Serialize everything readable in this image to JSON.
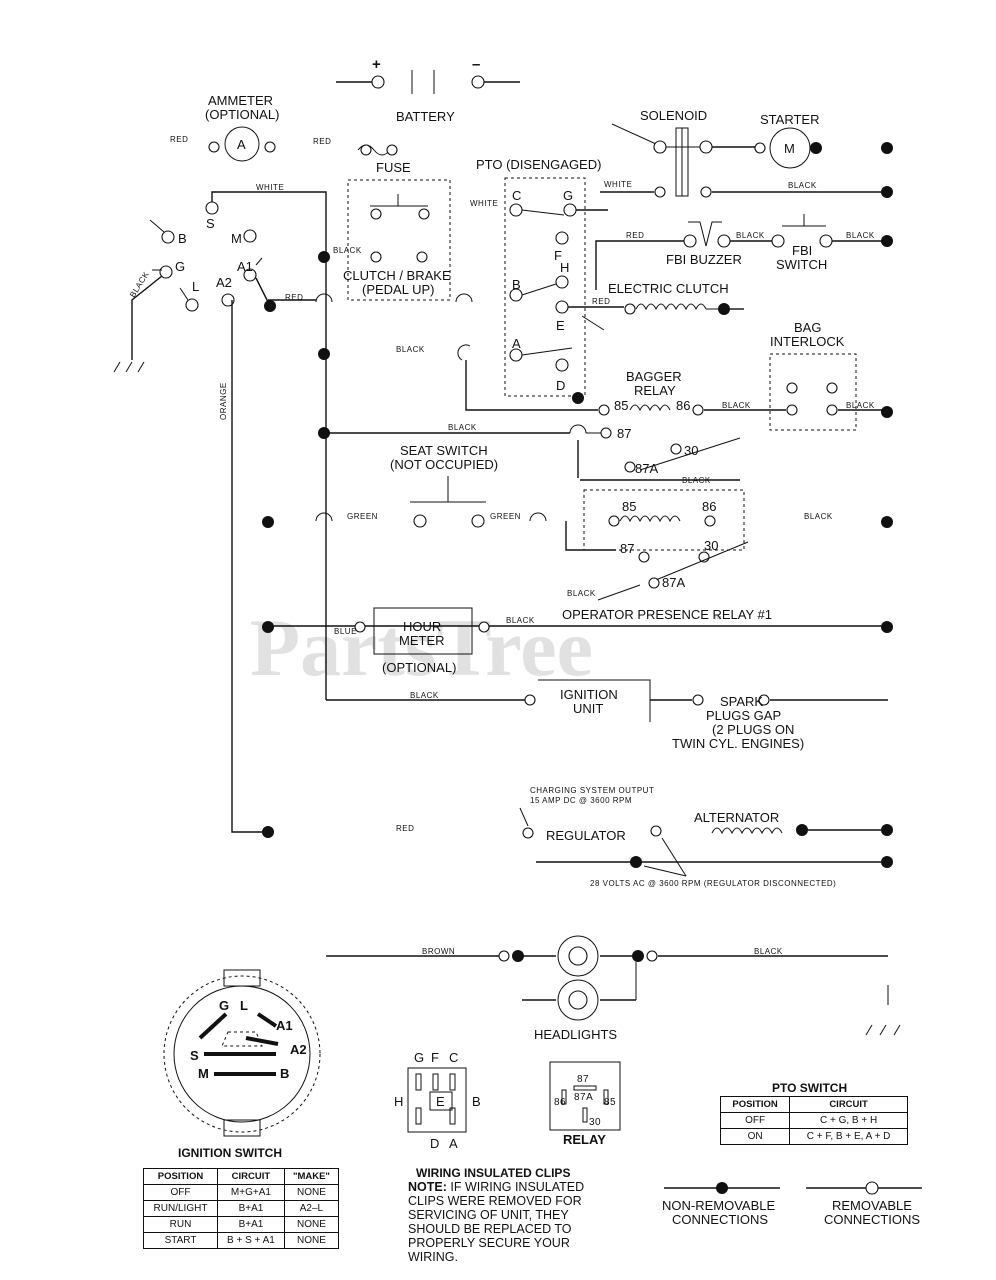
{
  "watermark": "PartsTree",
  "watermark_tm": "™",
  "labels": {
    "battery": "BATTERY",
    "plus": "+",
    "minus": "–",
    "ammeter": "AMMETER",
    "optional": "(OPTIONAL)",
    "ammeter_a": "A",
    "solenoid": "SOLENOID",
    "starter": "STARTER",
    "starter_m": "M",
    "fuse": "FUSE",
    "pto_disengaged": "PTO (DISENGAGED)",
    "clutch_brake": "CLUTCH / BRAKE",
    "pedal_up": "(PEDAL UP)",
    "fbi_buzzer": "FBI BUZZER",
    "fbi_switch_1": "FBI",
    "fbi_switch_2": "SWITCH",
    "electric_clutch": "ELECTRIC CLUTCH",
    "bag_interlock_1": "BAG",
    "bag_interlock_2": "INTERLOCK",
    "bagger_relay_1": "BAGGER",
    "bagger_relay_2": "RELAY",
    "seat_switch_1": "SEAT SWITCH",
    "seat_switch_2": "(NOT OCCUPIED)",
    "hour_meter_1": "HOUR",
    "hour_meter_2": "METER",
    "hour_meter_opt": "(OPTIONAL)",
    "operator_presence": "OPERATOR PRESENCE RELAY #1",
    "ignition_unit_1": "IGNITION",
    "ignition_unit_2": "UNIT",
    "spark_1": "SPARK",
    "spark_2": "PLUGS GAP",
    "spark_3": "(2 PLUGS ON",
    "spark_4": "TWIN CYL. ENGINES)",
    "charging_1": "CHARGING SYSTEM OUTPUT",
    "charging_2": "15 AMP DC @ 3600 RPM",
    "regulator": "REGULATOR",
    "alternator": "ALTERNATOR",
    "vac_note": "28 VOLTS AC @ 3600 RPM (REGULATOR DISCONNECTED)",
    "headlights": "HEADLIGHTS",
    "ignition_switch": "IGNITION SWITCH",
    "relay": "RELAY",
    "pto_switch": "PTO SWITCH",
    "clips_title": "WIRING INSULATED CLIPS",
    "clips_note_bold": "NOTE:",
    "clips_note_1": " IF WIRING INSULATED",
    "clips_note_2": "CLIPS WERE REMOVED FOR",
    "clips_note_3": "SERVICING OF UNIT, THEY",
    "clips_note_4": "SHOULD BE REPLACED TO",
    "clips_note_5": "PROPERLY SECURE YOUR",
    "clips_note_6": "WIRING.",
    "non_removable_1": "NON-REMOVABLE",
    "non_removable_2": "CONNECTIONS",
    "removable_1": "REMOVABLE",
    "removable_2": "CONNECTIONS"
  },
  "terminals": {
    "s": "S",
    "b": "B",
    "m": "M",
    "g": "G",
    "l": "L",
    "a1": "A1",
    "a2": "A2",
    "pto_c": "C",
    "pto_g": "G",
    "pto_f": "F",
    "pto_h": "H",
    "pto_b": "B",
    "pto_e": "E",
    "pto_a": "A",
    "pto_d": "D",
    "r85": "85",
    "r86": "86",
    "r87": "87",
    "r30": "30",
    "r87a": "87A",
    "sw_g": "G",
    "sw_l": "L",
    "sw_a1": "A1",
    "sw_a2": "A2",
    "sw_s": "S",
    "sw_m": "M",
    "sw_b": "B",
    "conn_g": "G",
    "conn_f": "F",
    "conn_c": "C",
    "conn_h": "H",
    "conn_b": "B",
    "conn_e": "E",
    "conn_d": "D",
    "conn_a": "A",
    "rel_87": "87",
    "rel_87a": "87A",
    "rel_86": "86",
    "rel_85": "85",
    "rel_30": "30"
  },
  "wires": {
    "red": "RED",
    "white": "WHITE",
    "black": "BLACK",
    "green": "GREEN",
    "blue": "BLUE",
    "orange": "ORANGE",
    "brown": "BROWN"
  },
  "ignition_table": {
    "headers": [
      "POSITION",
      "CIRCUIT",
      "\"MAKE\""
    ],
    "rows": [
      [
        "OFF",
        "M+G+A1",
        "NONE"
      ],
      [
        "RUN/LIGHT",
        "B+A1",
        "A2–L"
      ],
      [
        "RUN",
        "B+A1",
        "NONE"
      ],
      [
        "START",
        "B + S + A1",
        "NONE"
      ]
    ]
  },
  "pto_table": {
    "headers": [
      "POSITION",
      "CIRCUIT"
    ],
    "rows": [
      [
        "OFF",
        "C + G, B + H"
      ],
      [
        "ON",
        "C + F, B + E, A + D"
      ]
    ]
  }
}
